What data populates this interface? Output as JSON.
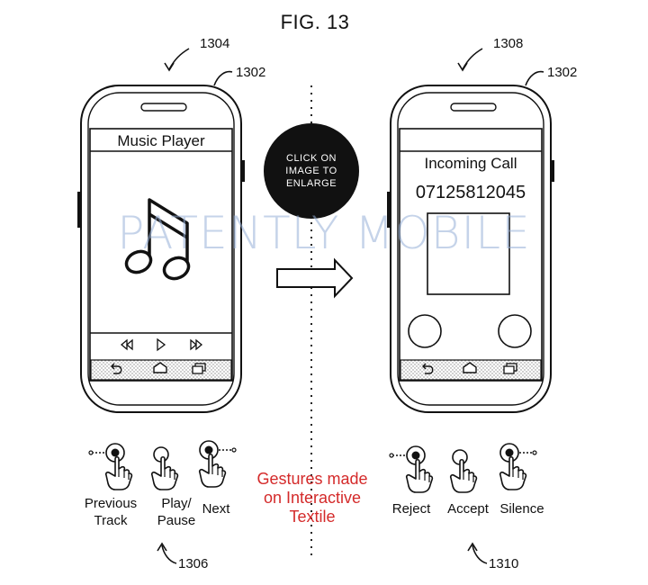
{
  "figure": {
    "title": "FIG. 13",
    "watermark": "PATENTLY MOBILE",
    "enlarge_badge": [
      "CLICK ON",
      "IMAGE TO",
      "ENLARGE"
    ],
    "caption": [
      "Gestures made",
      "on Interactive",
      "Textile"
    ]
  },
  "refs": {
    "left_view": "1304",
    "left_device": "1302",
    "left_gestures": "1306",
    "right_view": "1308",
    "right_device": "1302",
    "right_gestures": "1310"
  },
  "left_phone": {
    "header": "Music Player",
    "controls": [
      "rewind-icon",
      "play-icon",
      "fast-forward-icon"
    ],
    "nav": [
      "back-icon",
      "home-icon",
      "recent-apps-icon"
    ]
  },
  "right_phone": {
    "header": "Incoming Call",
    "number": "07125812045",
    "nav": [
      "back-icon",
      "home-icon",
      "recent-apps-icon"
    ]
  },
  "left_gestures": [
    {
      "label_lines": [
        "Previous",
        "Track"
      ],
      "icon": "swipe-left-gesture-icon"
    },
    {
      "label_lines": [
        "Play/",
        "Pause"
      ],
      "icon": "tap-gesture-icon"
    },
    {
      "label_lines": [
        "Next"
      ],
      "icon": "swipe-right-gesture-icon"
    }
  ],
  "right_gestures": [
    {
      "label_lines": [
        "Reject"
      ],
      "icon": "swipe-left-gesture-icon"
    },
    {
      "label_lines": [
        "Accept"
      ],
      "icon": "tap-gesture-icon"
    },
    {
      "label_lines": [
        "Silence"
      ],
      "icon": "swipe-right-gesture-icon"
    }
  ],
  "colors": {
    "caption": "#d42a2a",
    "watermark": "#96afd7",
    "badge": "#111111"
  }
}
